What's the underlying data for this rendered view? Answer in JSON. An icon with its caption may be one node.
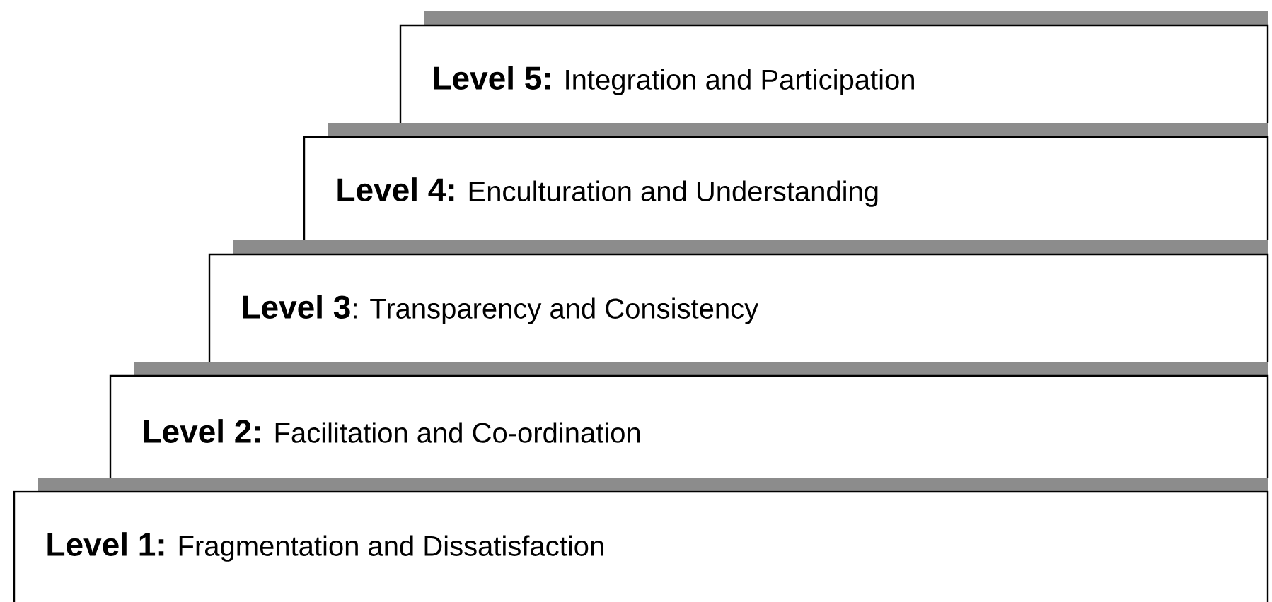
{
  "diagram": {
    "nodes": [
      {
        "text": [
          "**Level 5:** Integration and Participation"
        ]
      },
      {
        "text": [
          "**Level 4:** Enculturation and Understanding"
        ]
      },
      {
        "text": [
          "**Level 3**: Transparency and Consistency"
        ]
      },
      {
        "text": [
          "**Level 2:** Facilitation and Co-ordination"
        ]
      },
      {
        "text": [
          "**Level 1:** Fragmentation and Dissatisfaction"
        ]
      }
    ]
  }
}
